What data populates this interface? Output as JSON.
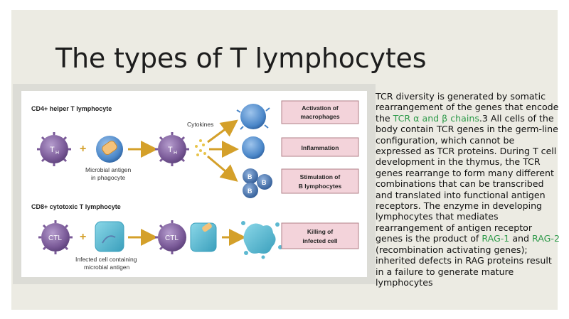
{
  "slide": {
    "title": "The types of T lymphocytes",
    "body": {
      "part1": "TCR diversity is generated by somatic rearrangement of the genes that encode the ",
      "link1": "TCR α and β chains",
      "part2": ".3 All cells of the body contain TCR genes in the germ-line configuration, which cannot be expressed as TCR proteins. During T cell development in the thymus, the TCR genes rearrange to form many different combinations that can be transcribed and translated into functional antigen receptors. The enzyme in developing lymphocytes that mediates rearrangement of antigen receptor genes is the product of ",
      "link2": "RAG-1",
      "part3": " and ",
      "link3": "RAG-2",
      "part4": " (recombination activating genes); inherited defects in RAG proteins result in a failure to generate mature lymphocytes"
    },
    "link_color": "#2e9a4a"
  },
  "figure": {
    "cd4_heading": "CD4+ helper T lymphocyte",
    "cd8_heading": "CD8+ cytotoxic T lymphocyte",
    "th_label": "T",
    "th_sub": "H",
    "plus": "+",
    "cytokines_label": "Cytokines",
    "microbial_antigen_line1": "Microbial antigen",
    "microbial_antigen_line2": "in phagocyte",
    "ctl_label": "CTL",
    "infected_line1": "Infected cell containing",
    "infected_line2": "microbial antigen",
    "b_label": "B",
    "outcomes": [
      {
        "line1": "Activation of",
        "line2": "macrophages"
      },
      {
        "line1": "Inflammation",
        "line2": ""
      },
      {
        "line1": "Stimulation of",
        "line2": "B lymphocytes"
      }
    ],
    "killing": {
      "line1": "Killing of",
      "line2": "infected cell"
    },
    "colors": {
      "t_cell": "#7a5a98",
      "arrow": "#d4a02a",
      "box_fill": "#f3d3da",
      "box_stroke": "#b08088",
      "macrophage": "#4a86c8",
      "infected": "#5db9d1",
      "b_cell": "#3e6fae"
    }
  }
}
